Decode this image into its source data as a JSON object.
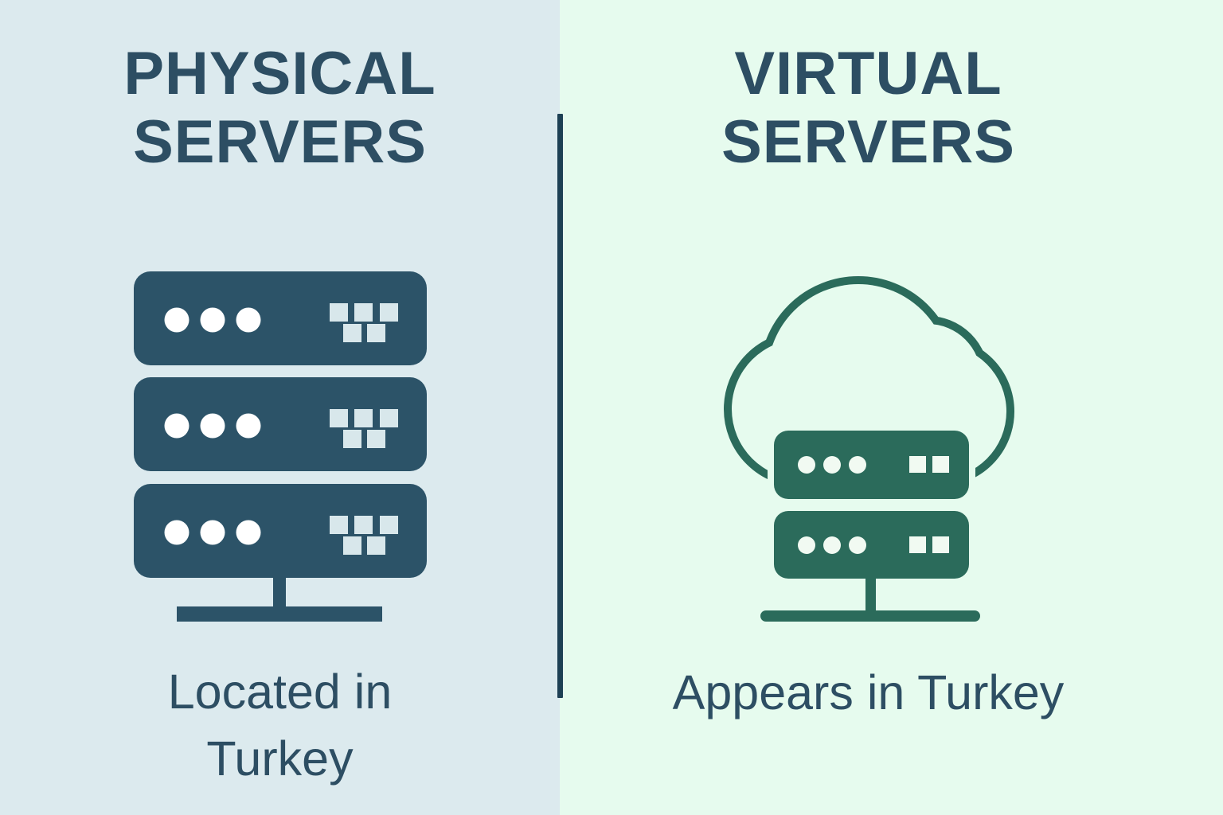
{
  "left": {
    "title_line1": "PHYSICAL",
    "title_line2": "SERVERS",
    "caption_line1": "Located in",
    "caption_line2": "Turkey",
    "icon": "server-rack-icon"
  },
  "right": {
    "title_line1": "VIRTUAL",
    "title_line2": "SERVERS",
    "caption": "Appears in Turkey",
    "icon": "cloud-server-icon"
  },
  "colors": {
    "left_bg": "#dceaee",
    "right_bg": "#e6fbee",
    "text": "#2d4e63",
    "left_icon": "#2c5368",
    "left_dot": "#ffffff",
    "left_led": "#d8e7eb",
    "right_icon": "#2b6b5b",
    "right_dot": "#f1faf2",
    "divider": "#1d4054"
  }
}
